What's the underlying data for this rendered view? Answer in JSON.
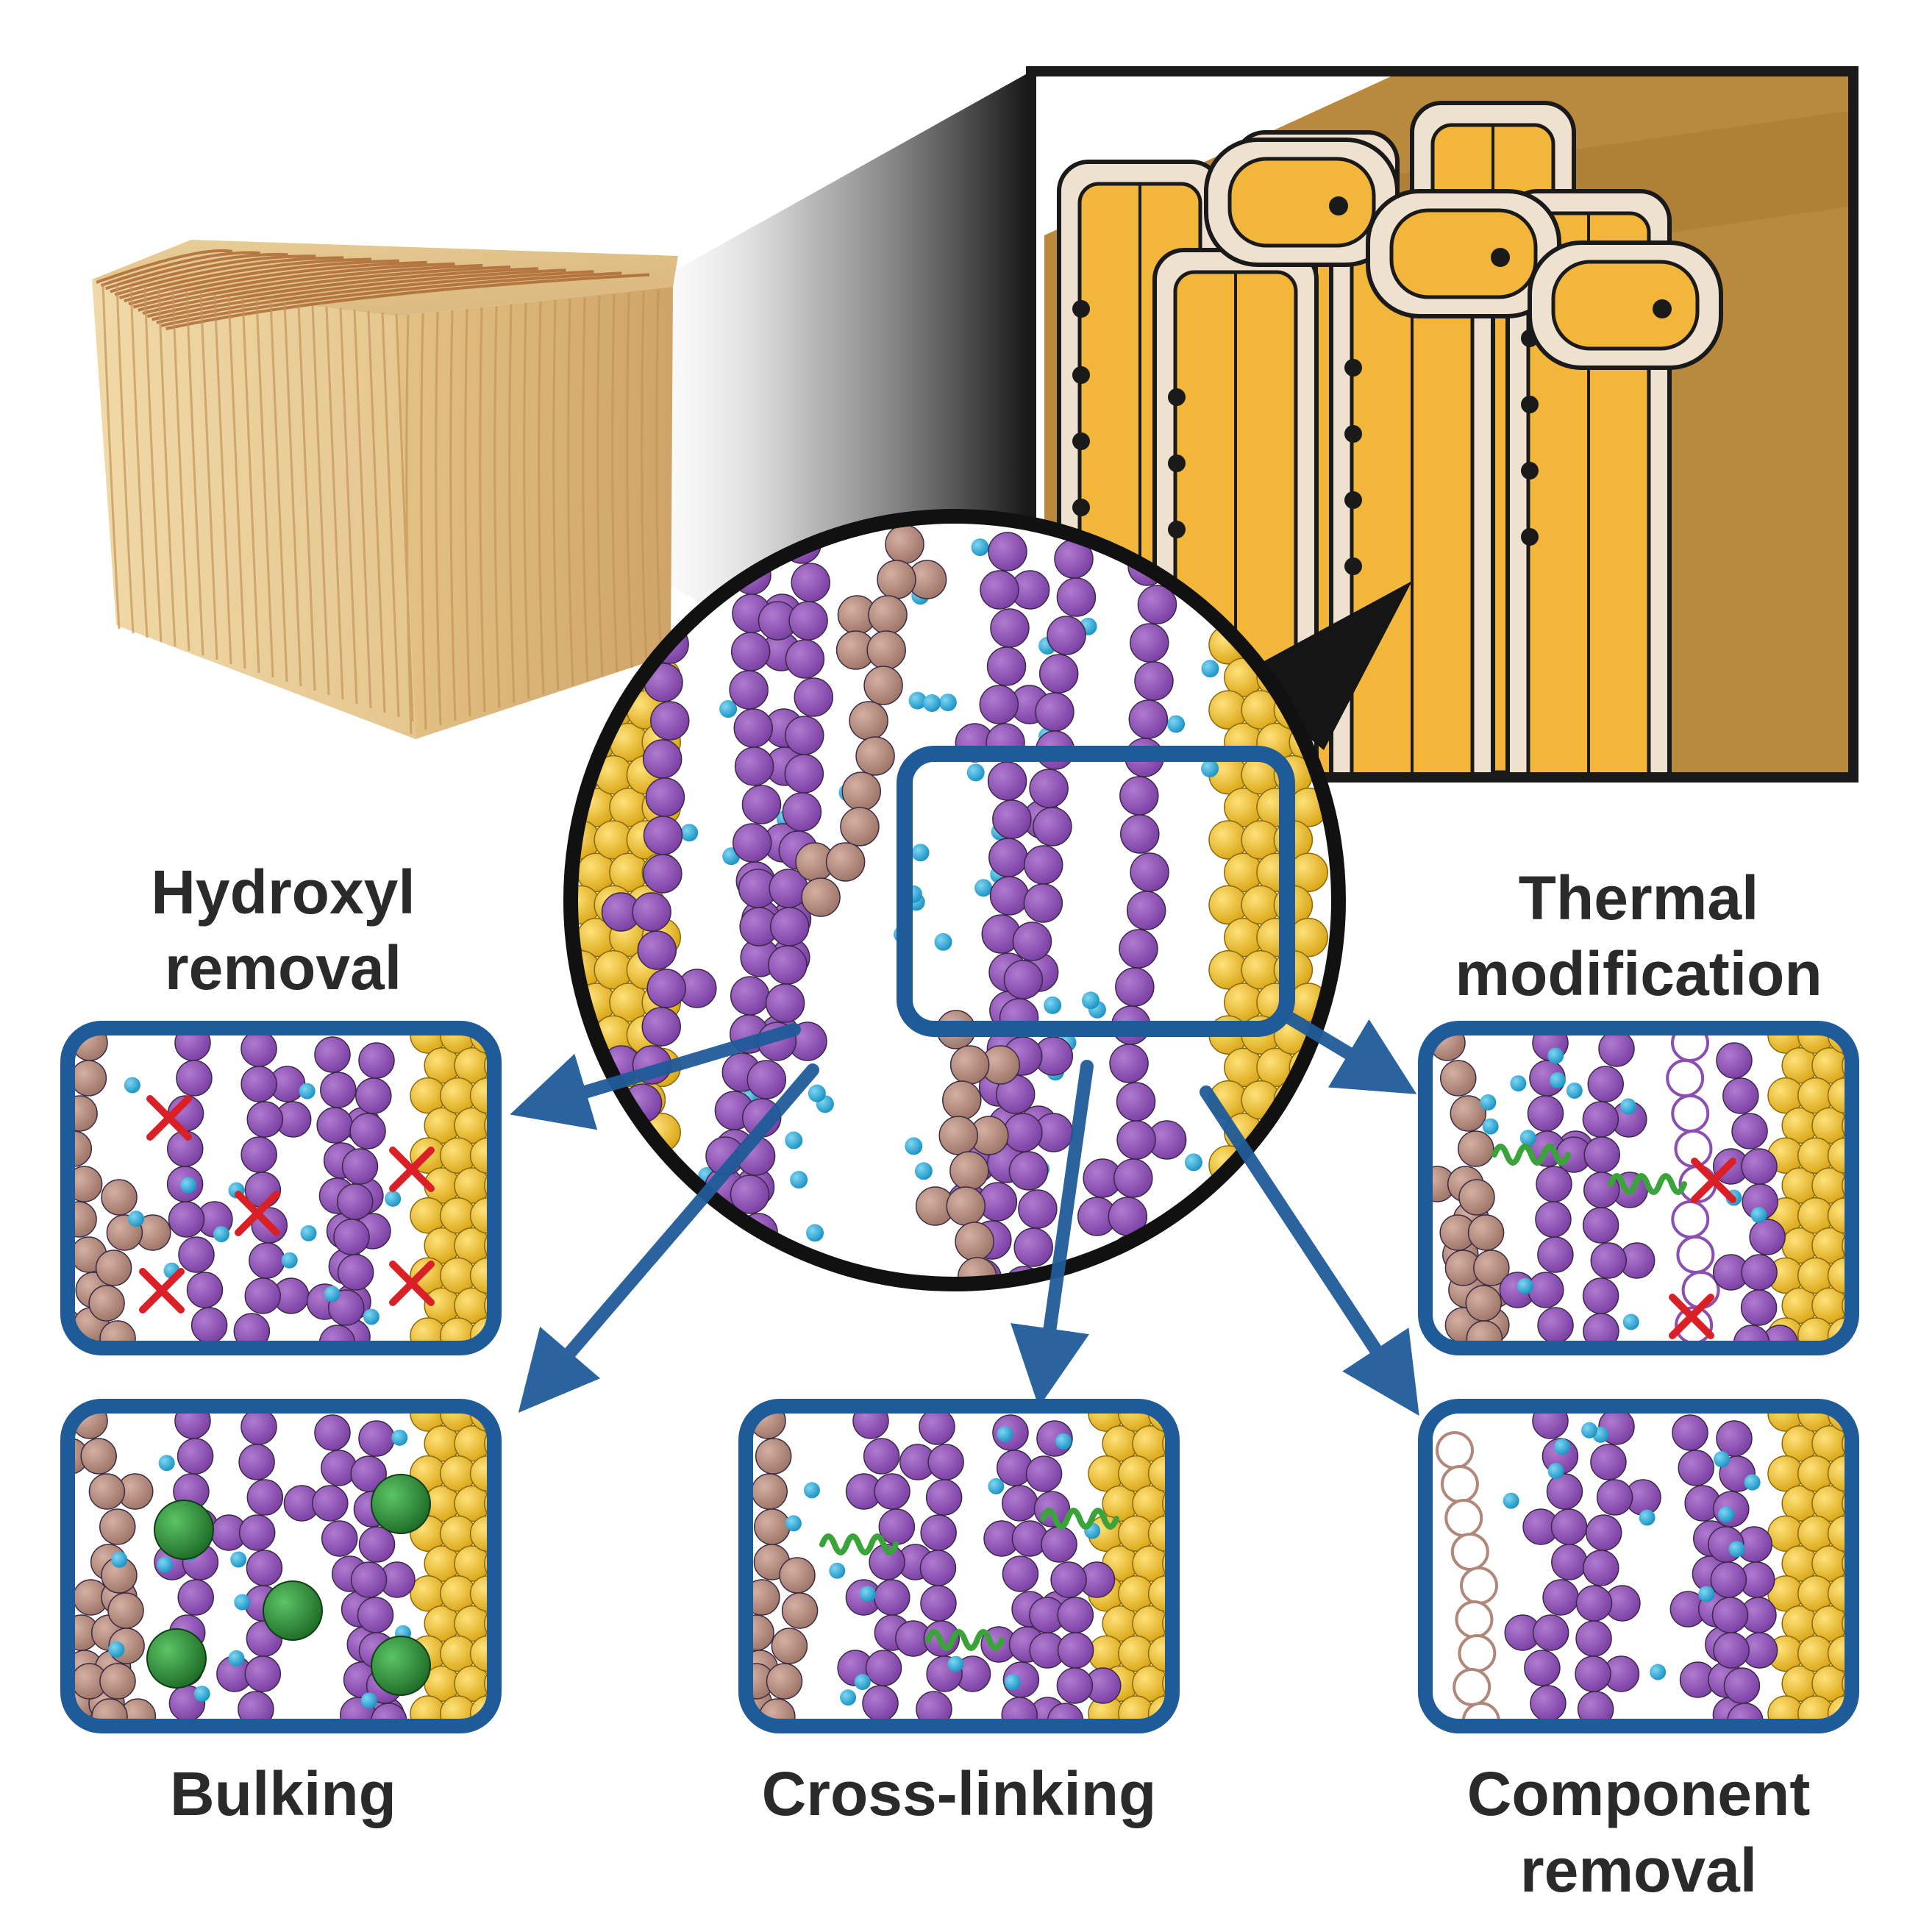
{
  "labels": {
    "hydroxyl_line1": "Hydroxyl",
    "hydroxyl_line2": "removal",
    "thermal_line1": "Thermal",
    "thermal_line2": "modification",
    "bulking": "Bulking",
    "crosslinking": "Cross-linking",
    "component_line1": "Component",
    "component_line2": "removal"
  },
  "colors": {
    "panel_border": "#1f5b98",
    "arrow": "#1f5b98",
    "purple_molecule": "#8a4fb0",
    "pink_molecule": "#b08779",
    "yellow_molecule": "#f2c12e",
    "water": "#29a9d8",
    "bulking_agent": "#2a8a34",
    "crosslink": "#3aa339",
    "removed_mark": "#d92027",
    "wood_light": "#e8cc94",
    "wood_dark": "#b27433",
    "cell_lumen": "#f2b63a",
    "cell_wall": "#efe1cf",
    "cell_matrix": "#b98a3e"
  },
  "icons": {
    "wood_block": "wood-cube",
    "cell_structure": "wood-cell-structure",
    "zoom": "magnifier-circle"
  }
}
